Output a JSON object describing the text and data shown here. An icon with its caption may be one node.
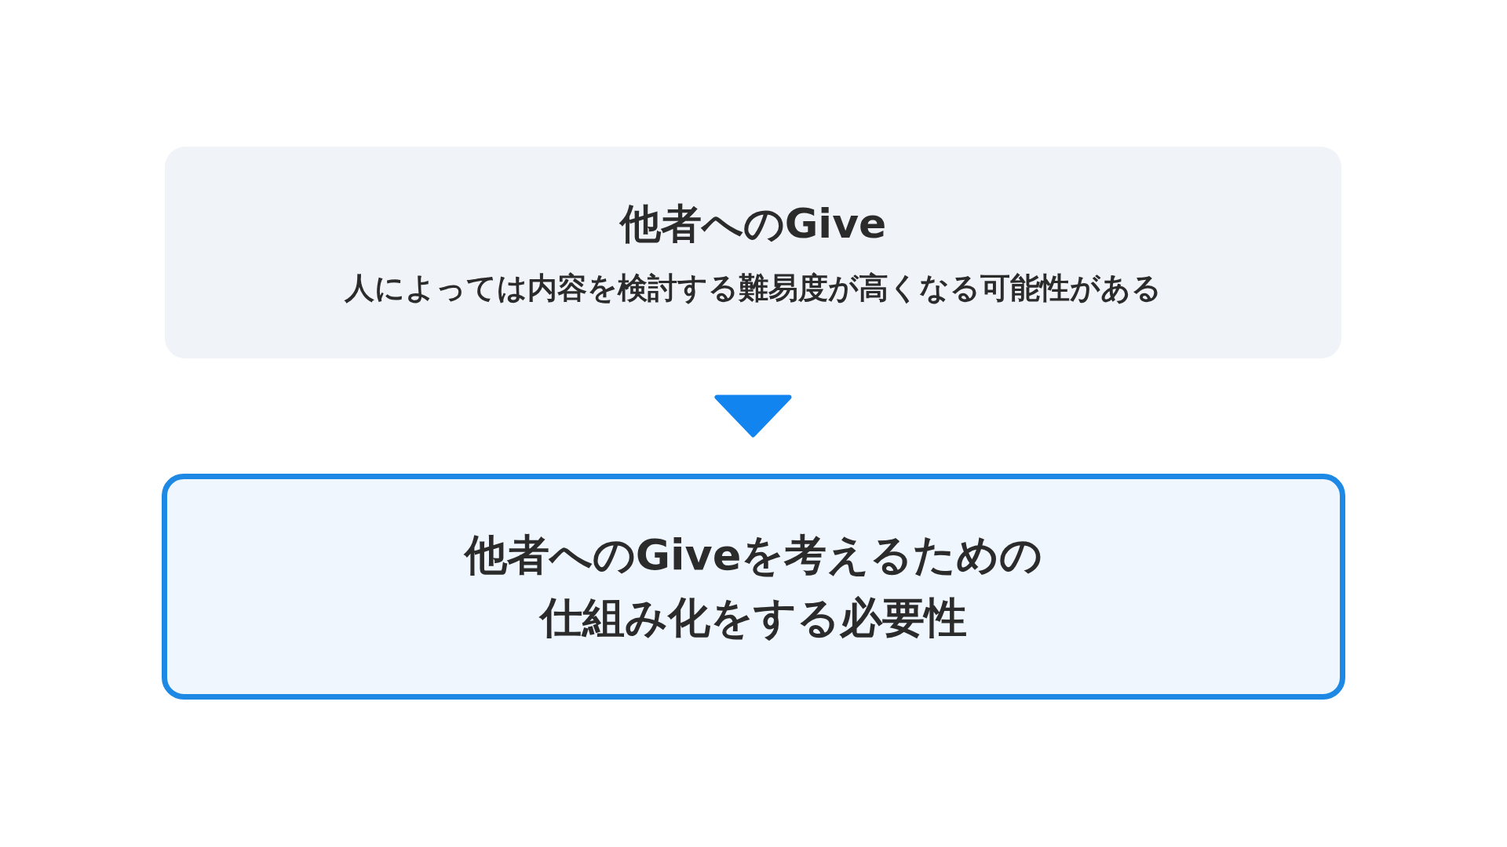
{
  "diagram": {
    "nodes": [
      {
        "text": [
          "他者へのGive",
          "人によっては内容を検討する難易度が高くなる可能性がある"
        ]
      },
      {
        "text": [
          "他者へのGiveを考えるための仕組み化をする必要性"
        ]
      }
    ],
    "edges": [
      {
        "from": 0,
        "to": 1,
        "arrow": "to"
      }
    ]
  }
}
